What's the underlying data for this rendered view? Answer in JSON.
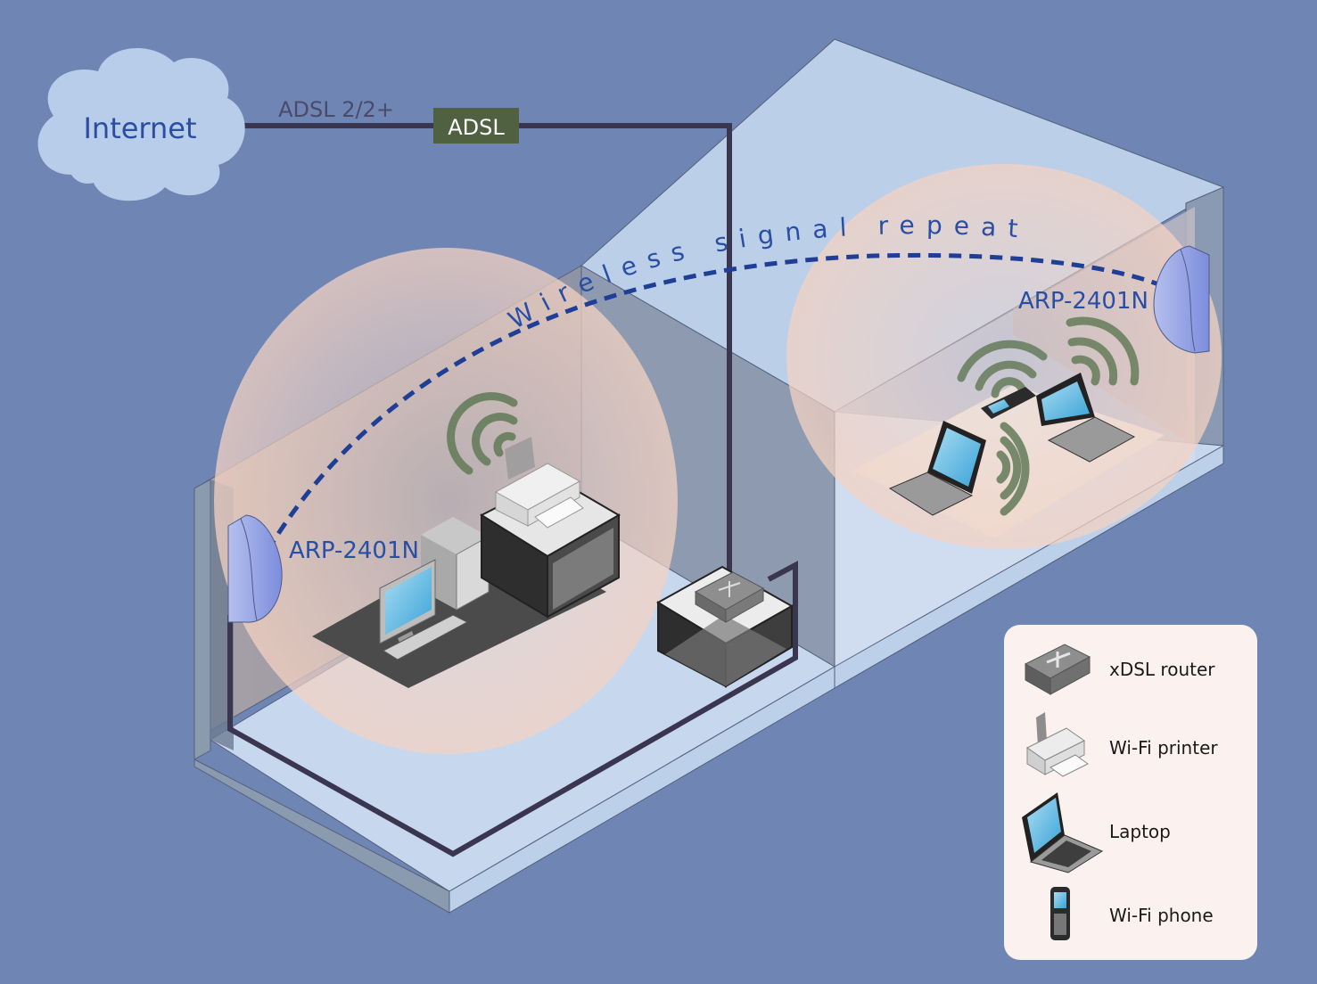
{
  "diagram": {
    "title": "Wireless network with signal repeaters",
    "internet": {
      "label": "Internet"
    },
    "uplink": {
      "label": "ADSL 2/2+",
      "modem_label": "ADSL"
    },
    "repeat_caption": "Wireless signal repeat",
    "repeaters": [
      {
        "label": "ARP-2401N",
        "location": "left room wall"
      },
      {
        "label": "ARP-2401N",
        "location": "right room wall"
      }
    ],
    "devices": [
      "Desktop PC",
      "Wi-Fi printer",
      "xDSL router",
      "Laptop",
      "Laptop",
      "Wi-Fi phone"
    ],
    "colors": {
      "background": "#6f86b5",
      "cable": "#3b3650",
      "modem_fill": "#4f6140",
      "signal_arc": "#6b8060",
      "repeat_line": "#1f3e95",
      "label_blue": "#2a4ea3",
      "cloud": "#b8cde9",
      "coverage": "#f3d4c6"
    }
  },
  "legend": {
    "items": [
      {
        "icon": "xdsl-router-icon",
        "label": "xDSL router"
      },
      {
        "icon": "wifi-printer-icon",
        "label": "Wi-Fi printer"
      },
      {
        "icon": "laptop-icon",
        "label": "Laptop"
      },
      {
        "icon": "wifi-phone-icon",
        "label": "Wi-Fi phone"
      }
    ]
  }
}
